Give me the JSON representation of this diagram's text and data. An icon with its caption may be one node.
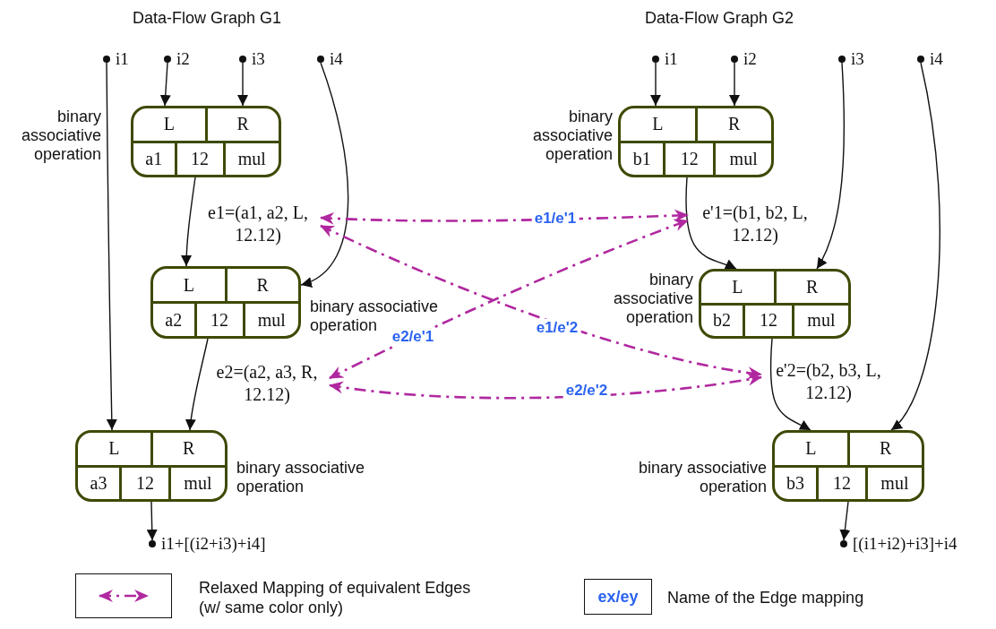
{
  "diagram": {
    "nodes": [
      {
        "text": [
          "i1"
        ]
      },
      {
        "text": [
          "i2"
        ]
      },
      {
        "text": [
          "i3"
        ]
      },
      {
        "text": [
          "i4"
        ]
      },
      {
        "text": [
          "L",
          "R",
          "a1",
          "12",
          "mul"
        ],
        "beside": [
          "binary associative operation"
        ]
      },
      {
        "text": [
          "e1=(a1, a2, L, 12.12)"
        ]
      },
      {
        "text": [
          "L",
          "R",
          "a2",
          "12",
          "mul"
        ],
        "beside": [
          "binary associative operation"
        ]
      },
      {
        "text": [
          "e2=(a2, a3, R, 12.12)"
        ]
      },
      {
        "text": [
          "L",
          "R",
          "a3",
          "12",
          "mul"
        ],
        "beside": [
          "binary associative operation"
        ]
      },
      {
        "text": [
          "i1+[(i2+i3)+i4]"
        ]
      },
      {
        "text": [
          "i1"
        ]
      },
      {
        "text": [
          "i2"
        ]
      },
      {
        "text": [
          "i3"
        ]
      },
      {
        "text": [
          "i4"
        ]
      },
      {
        "text": [
          "L",
          "R",
          "b1",
          "12",
          "mul"
        ],
        "beside": [
          "binary associative operation"
        ]
      },
      {
        "text": [
          "e'1=(b1, b2, L, 12.12)"
        ]
      },
      {
        "text": [
          "L",
          "R",
          "b2",
          "12",
          "mul"
        ],
        "beside": [
          "binary associative operation"
        ]
      },
      {
        "text": [
          "e'2=(b2, b3, L, 12.12)"
        ]
      },
      {
        "text": [
          "L",
          "R",
          "b3",
          "12",
          "mul"
        ],
        "beside": [
          "binary associative operation"
        ]
      },
      {
        "text": [
          "[(i1+i2)+i3]+i4"
        ]
      }
    ],
    "edges": [
      {
        "from": 0,
        "to": 8,
        "arrow": "to"
      },
      {
        "from": 1,
        "to": 4,
        "arrow": "to"
      },
      {
        "from": 2,
        "to": 4,
        "arrow": "to"
      },
      {
        "from": 3,
        "to": 6,
        "arrow": "to"
      },
      {
        "from": 4,
        "to": 6,
        "arrow": "to"
      },
      {
        "from": 6,
        "to": 8,
        "arrow": "to"
      },
      {
        "from": 8,
        "to": 9,
        "arrow": "to"
      },
      {
        "from": 10,
        "to": 14,
        "arrow": "to"
      },
      {
        "from": 11,
        "to": 14,
        "arrow": "to"
      },
      {
        "from": 14,
        "to": 16,
        "arrow": "to"
      },
      {
        "from": 12,
        "to": 16,
        "arrow": "to"
      },
      {
        "from": 16,
        "to": 18,
        "arrow": "to"
      },
      {
        "from": 13,
        "to": 18,
        "arrow": "to"
      },
      {
        "from": 18,
        "to": 19,
        "arrow": "to"
      },
      {
        "from": 5,
        "to": 15,
        "arrow": "both",
        "label": "e1/e'1",
        "style": "dashed",
        "color": "#b0289f"
      },
      {
        "from": 5,
        "to": 17,
        "arrow": "both",
        "label": "e1/e'2",
        "style": "dashed",
        "color": "#b0289f"
      },
      {
        "from": 7,
        "to": 15,
        "arrow": "both",
        "label": "e2/e'1",
        "style": "dashed",
        "color": "#b0289f"
      },
      {
        "from": 7,
        "to": 17,
        "arrow": "both",
        "label": "e2/e'2",
        "style": "dashed",
        "color": "#b0289f"
      }
    ],
    "labels": [
      "Data-Flow Graph G1",
      "Data-Flow Graph G2",
      "ex/ey"
    ],
    "legend": [
      {
        "text": "Relaxed Mapping of equivalent Edges (w/ same color only)"
      },
      {
        "text": "Name of the Edge mapping"
      }
    ]
  }
}
